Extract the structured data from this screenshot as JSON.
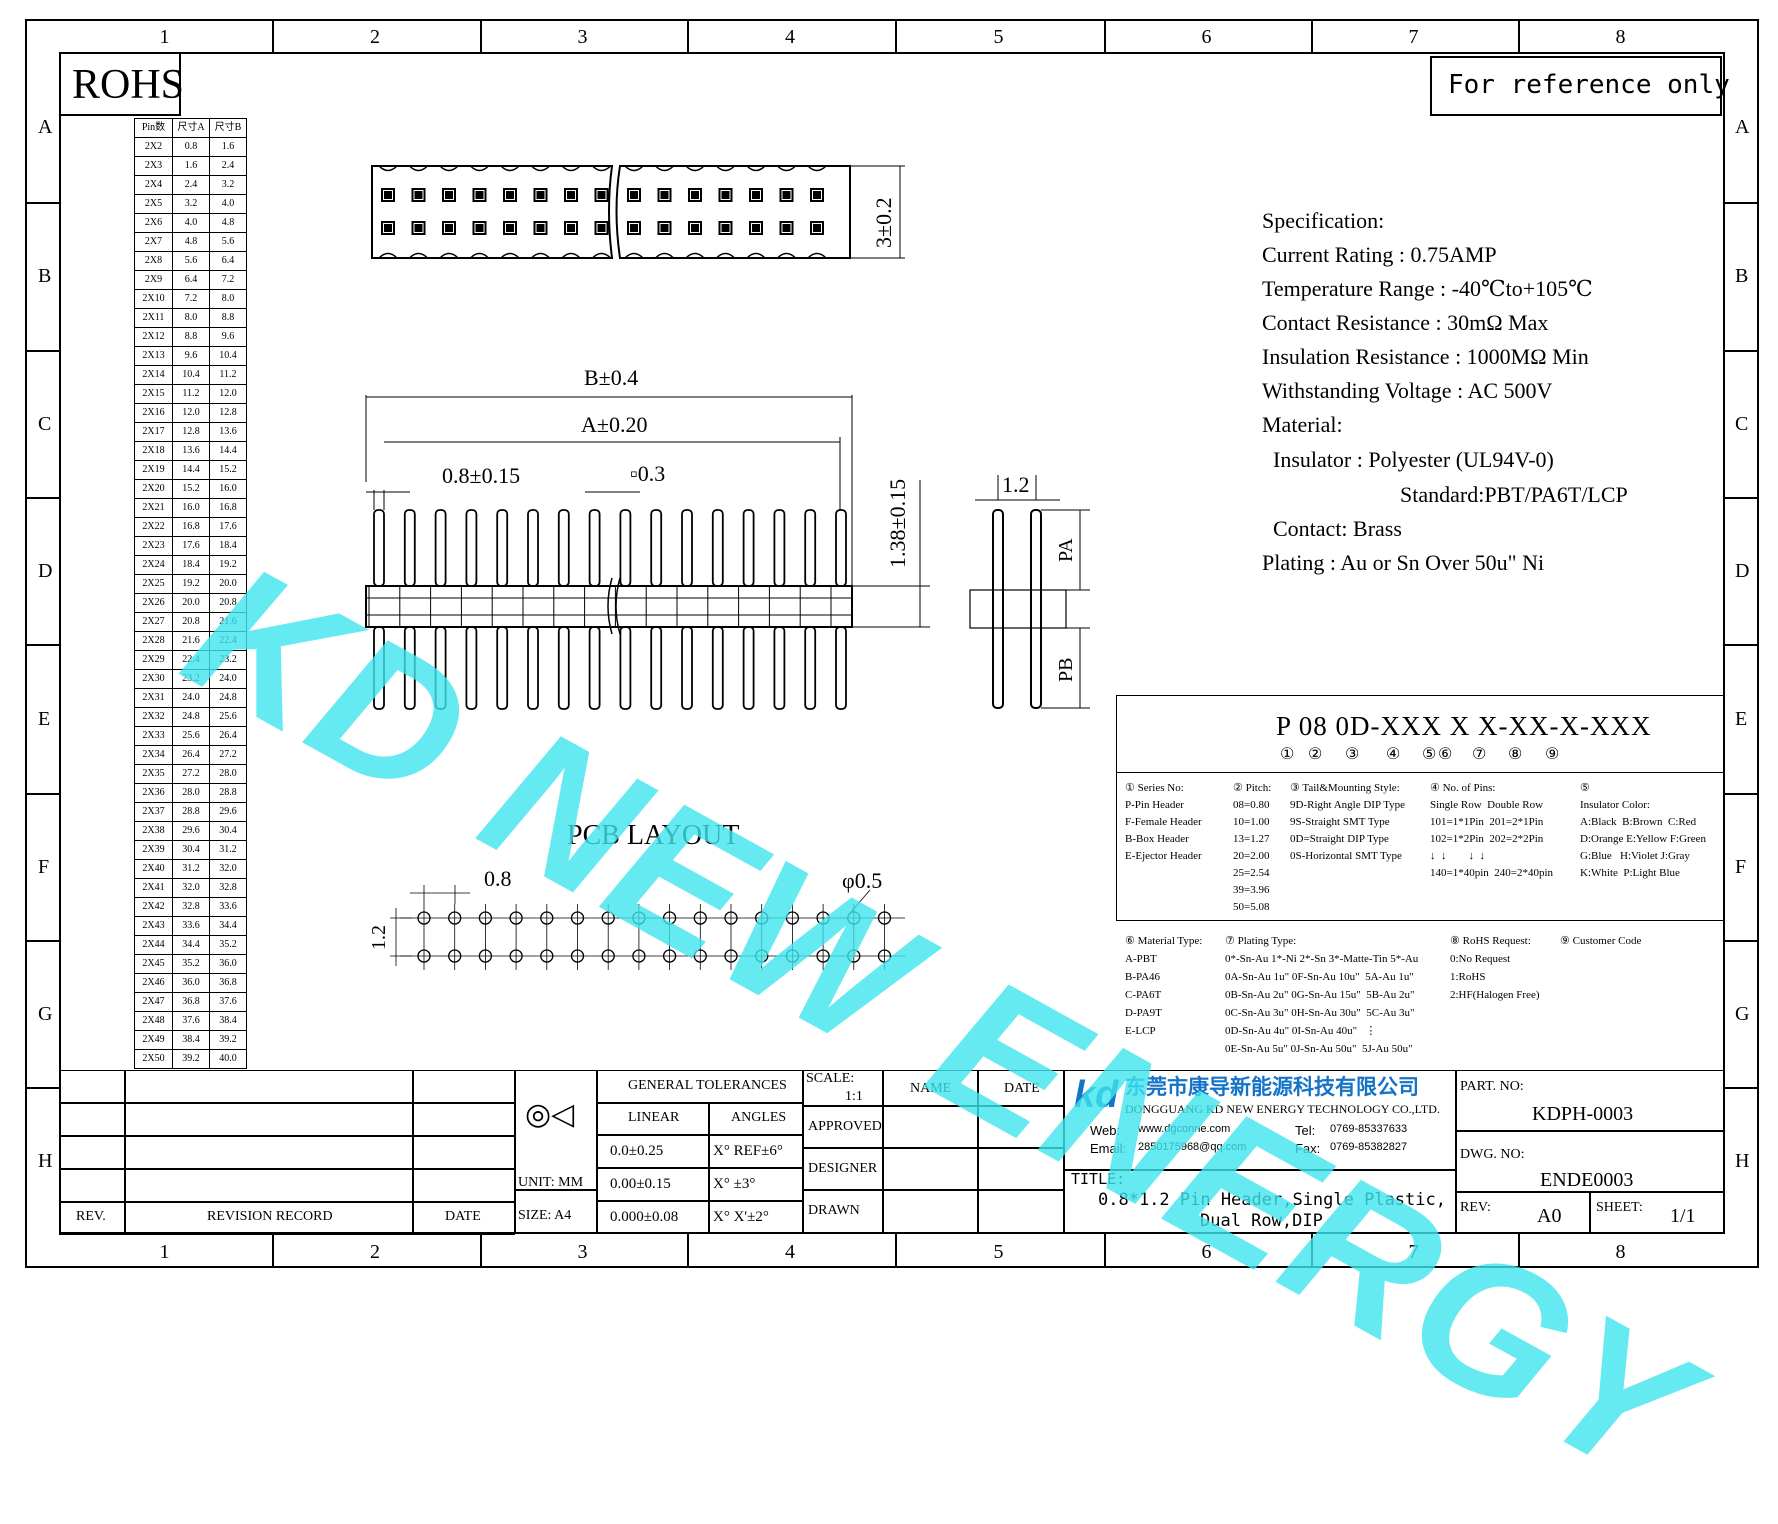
{
  "grid": {
    "columns": [
      "1",
      "2",
      "3",
      "4",
      "5",
      "6",
      "7",
      "8"
    ],
    "rows": [
      "A",
      "B",
      "C",
      "D",
      "E",
      "F",
      "G",
      "H"
    ]
  },
  "rohs": "ROHS",
  "reference_note": "For reference only",
  "watermark": "KD NEW ENERGY",
  "pin_table": {
    "headers": [
      "Pin数",
      "尺寸A",
      "尺寸B"
    ],
    "rows": [
      [
        "2X2",
        "0.8",
        "1.6"
      ],
      [
        "2X3",
        "1.6",
        "2.4"
      ],
      [
        "2X4",
        "2.4",
        "3.2"
      ],
      [
        "2X5",
        "3.2",
        "4.0"
      ],
      [
        "2X6",
        "4.0",
        "4.8"
      ],
      [
        "2X7",
        "4.8",
        "5.6"
      ],
      [
        "2X8",
        "5.6",
        "6.4"
      ],
      [
        "2X9",
        "6.4",
        "7.2"
      ],
      [
        "2X10",
        "7.2",
        "8.0"
      ],
      [
        "2X11",
        "8.0",
        "8.8"
      ],
      [
        "2X12",
        "8.8",
        "9.6"
      ],
      [
        "2X13",
        "9.6",
        "10.4"
      ],
      [
        "2X14",
        "10.4",
        "11.2"
      ],
      [
        "2X15",
        "11.2",
        "12.0"
      ],
      [
        "2X16",
        "12.0",
        "12.8"
      ],
      [
        "2X17",
        "12.8",
        "13.6"
      ],
      [
        "2X18",
        "13.6",
        "14.4"
      ],
      [
        "2X19",
        "14.4",
        "15.2"
      ],
      [
        "2X20",
        "15.2",
        "16.0"
      ],
      [
        "2X21",
        "16.0",
        "16.8"
      ],
      [
        "2X22",
        "16.8",
        "17.6"
      ],
      [
        "2X23",
        "17.6",
        "18.4"
      ],
      [
        "2X24",
        "18.4",
        "19.2"
      ],
      [
        "2X25",
        "19.2",
        "20.0"
      ],
      [
        "2X26",
        "20.0",
        "20.8"
      ],
      [
        "2X27",
        "20.8",
        "21.6"
      ],
      [
        "2X28",
        "21.6",
        "22.4"
      ],
      [
        "2X29",
        "22.4",
        "23.2"
      ],
      [
        "2X30",
        "23.2",
        "24.0"
      ],
      [
        "2X31",
        "24.0",
        "24.8"
      ],
      [
        "2X32",
        "24.8",
        "25.6"
      ],
      [
        "2X33",
        "25.6",
        "26.4"
      ],
      [
        "2X34",
        "26.4",
        "27.2"
      ],
      [
        "2X35",
        "27.2",
        "28.0"
      ],
      [
        "2X36",
        "28.0",
        "28.8"
      ],
      [
        "2X37",
        "28.8",
        "29.6"
      ],
      [
        "2X38",
        "29.6",
        "30.4"
      ],
      [
        "2X39",
        "30.4",
        "31.2"
      ],
      [
        "2X40",
        "31.2",
        "32.0"
      ],
      [
        "2X41",
        "32.0",
        "32.8"
      ],
      [
        "2X42",
        "32.8",
        "33.6"
      ],
      [
        "2X43",
        "33.6",
        "34.4"
      ],
      [
        "2X44",
        "34.4",
        "35.2"
      ],
      [
        "2X45",
        "35.2",
        "36.0"
      ],
      [
        "2X46",
        "36.0",
        "36.8"
      ],
      [
        "2X47",
        "36.8",
        "37.6"
      ],
      [
        "2X48",
        "37.6",
        "38.4"
      ],
      [
        "2X49",
        "38.4",
        "39.2"
      ],
      [
        "2X50",
        "39.2",
        "40.0"
      ]
    ]
  },
  "dims": {
    "height": "3±0.2",
    "b": "B±0.4",
    "a": "A±0.20",
    "pitch": "0.8±0.15",
    "pin": "▫0.3",
    "spacer": "1.38±0.15",
    "row_pitch": "1.2",
    "pa": "PA",
    "pb": "PB"
  },
  "pcb": {
    "title": "PCB  LAYOUT",
    "pitch": "0.8",
    "hole": "φ0.5",
    "row": "1.2"
  },
  "spec": {
    "lines": [
      "Specification:",
      "Current Rating : 0.75AMP",
      "Temperature Range : -40℃to+105℃",
      "Contact Resistance : 30mΩ Max",
      "Insulation Resistance : 1000MΩ Min",
      "Withstanding Voltage : AC 500V",
      "Material:",
      "  Insulator : Polyester (UL94V-0)",
      "Standard:PBT/PA6T/LCP",
      "  Contact: Brass",
      "Plating : Au or Sn Over 50u\" Ni"
    ]
  },
  "part_code": {
    "code": "P 08 0D-XXX X X-XX-X-XXX",
    "markers": [
      "①",
      "②",
      "③",
      "④",
      "⑤",
      "⑥",
      "⑦",
      "⑧",
      "⑨"
    ]
  },
  "legend_top": {
    "series": [
      "① Series No:",
      "P-Pin Header",
      "F-Female Header",
      "B-Box Header",
      "E-Ejector Header"
    ],
    "pitch": [
      "② Pitch:",
      "08=0.80",
      "10=1.00",
      "13=1.27",
      "20=2.00",
      "25=2.54",
      "39=3.96",
      "50=5.08"
    ],
    "tail": [
      "③ Tail&Mounting Style:",
      "9D-Right Angle DIP Type",
      "9S-Straight SMT Type",
      "0D=Straight DIP Type",
      "0S-Horizontal SMT Type"
    ],
    "pins": [
      "④ No. of Pins:",
      "Single Row  Double Row",
      "101=1*1Pin  201=2*1Pin",
      "102=1*2Pin  202=2*2Pin",
      "↓  ↓        ↓  ↓",
      "140=1*40pin  240=2*40pin"
    ],
    "color": [
      "⑤",
      "Insulator Color:",
      "A:Black  B:Brown  C:Red",
      "D:Orange E:Yellow F:Green",
      "G:Blue   H:Violet J:Gray",
      "K:White  P:Light Blue"
    ]
  },
  "legend_bottom": {
    "material": [
      "⑥ Material Type:",
      "A-PBT",
      "B-PA46",
      "C-PA6T",
      "D-PA9T",
      "E-LCP"
    ],
    "plating": [
      "⑦ Plating Type:",
      "0*-Sn-Au 1*-Ni 2*-Sn 3*-Matte-Tin 5*-Au",
      "0A-Sn-Au 1u\" 0F-Sn-Au 10u\"  5A-Au 1u\"",
      "0B-Sn-Au 2u\" 0G-Sn-Au 15u\"  5B-Au 2u\"",
      "0C-Sn-Au 3u\" 0H-Sn-Au 30u\"  5C-Au 3u\"",
      "0D-Sn-Au 4u\" 0I-Sn-Au 40u\"   ⋮",
      "0E-Sn-Au 5u\" 0J-Sn-Au 50u\"  5J-Au 50u\""
    ],
    "rohs": [
      "⑧ RoHS Request:",
      "0:No Request",
      "1:RoHS",
      "2:HF(Halogen Free)"
    ],
    "customer": [
      "⑨ Customer Code"
    ]
  },
  "title_block": {
    "rev_label": "REV.",
    "revision_record": "REVISION RECORD",
    "date_label": "DATE",
    "general_tolerances": "GENERAL TOLERANCES",
    "linear": "LINEAR",
    "angles": "ANGLES",
    "tol_rows": [
      [
        "0.0±0.25",
        "X° REF±6°"
      ],
      [
        "0.00±0.15",
        "X° ±3°"
      ],
      [
        "0.000±0.08",
        "X° X'±2°"
      ]
    ],
    "unit": "UNIT: MM",
    "size": "SIZE: A4",
    "scale_label": "SCALE:",
    "scale": "1:1",
    "name_label": "NAME",
    "date_col": "DATE",
    "approved": "APPROVED",
    "designer": "DESIGNER",
    "drawn": "DRAWN",
    "company_cn": "东莞市康导新能源科技有限公司",
    "company_en": "DONGGUANG KD NEW ENERGY TECHNOLOGY CO.,LTD.",
    "web_label": "Web:",
    "web": "www.dgconne.com",
    "tel_label": "Tel:",
    "tel": "0769-85337633",
    "email_label": "Email:",
    "email": "2850175968@qq.com",
    "fax_label": "Fax:",
    "fax": "0769-85382827",
    "title_label": "TITLE:",
    "title_line1": "0.8*1.2 Pin Header,Single Plastic,",
    "title_line2": "Dual Row,DIP",
    "part_no_label": "PART. NO:",
    "part_no": "KDPH-0003",
    "dwg_no_label": "DWG. NO:",
    "dwg_no": "ENDE0003",
    "rev_block_label": "REV:",
    "rev": "A0",
    "sheet_label": "SHEET:",
    "sheet": "1/1"
  }
}
